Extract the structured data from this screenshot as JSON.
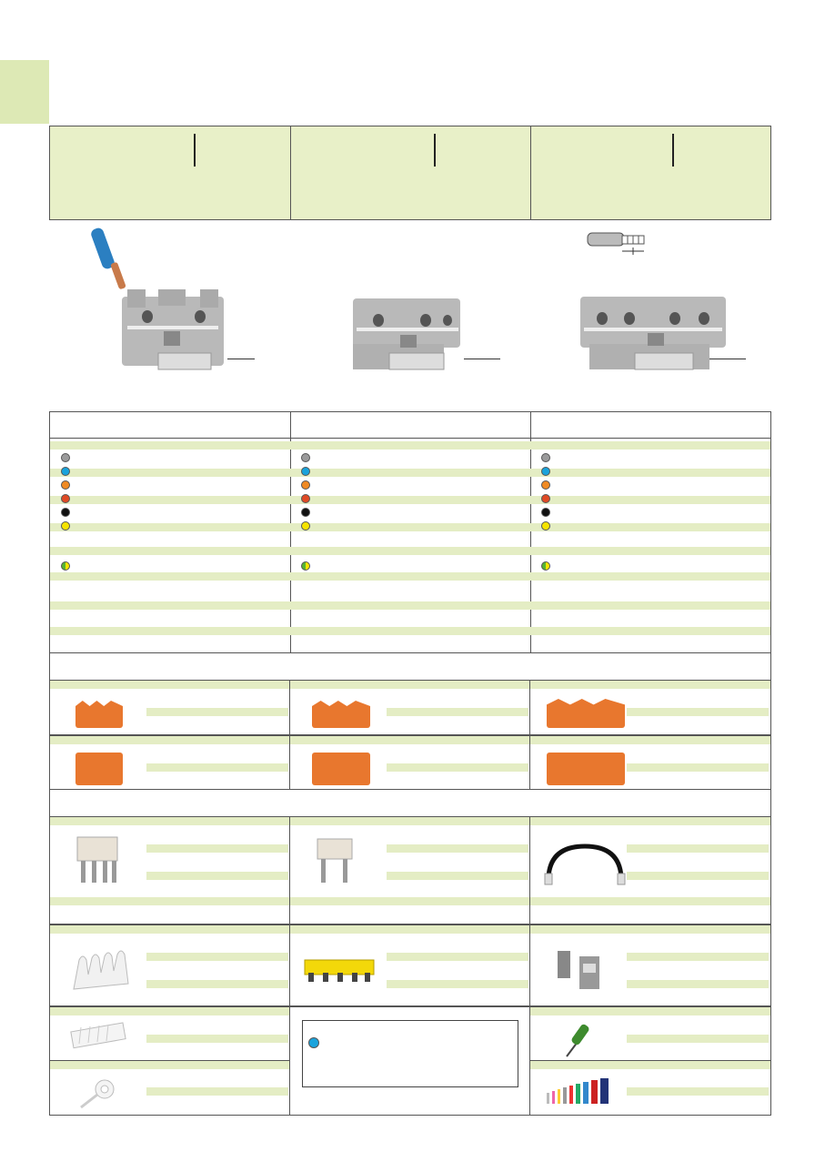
{
  "colors": {
    "accent_green": "#dde9b5",
    "row_stripe": "#e4edc4",
    "orange_cover": "#e8772e",
    "grey": "#9a9a9a",
    "blue": "#1aa3dc",
    "orange": "#f08a24",
    "red": "#e04a25",
    "black": "#111111",
    "yellow": "#f5e400"
  },
  "columns": [
    {
      "id": "col-1",
      "variant": "2-conductor"
    },
    {
      "id": "col-2",
      "variant": "3-conductor"
    },
    {
      "id": "col-3",
      "variant": "4-conductor"
    }
  ],
  "color_dots": [
    "grey",
    "blue",
    "orange",
    "red",
    "black",
    "yellow"
  ],
  "ground_dot": "yellow-green",
  "icons": {
    "terminal_block": "terminal-block-icon",
    "wire": "wire-icon",
    "ferrule_gauge": "ferrule-gauge-icon",
    "end_plate": "end-plate-icon",
    "jumper_comb": "jumper-comb-icon",
    "jumper_bridge": "jumper-bridge-icon",
    "jumper_wire": "jumper-wire-icon",
    "marker_comb": "marker-comb-icon",
    "yellow_marker": "yellow-marker-icon",
    "end_stop": "end-stop-icon",
    "marker_strip": "marker-strip-icon",
    "marker_roll": "marker-roll-icon",
    "screwdriver": "screwdriver-icon",
    "ferrules": "ferrules-icon",
    "info_dot": "info-dot-icon"
  }
}
